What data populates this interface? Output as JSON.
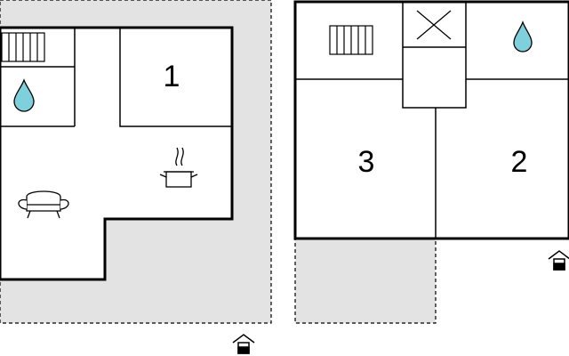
{
  "colors": {
    "wall": "#000000",
    "floor": "#ffffff",
    "outdoor_area": "#e3e3e3",
    "water_drop": "#7fd0dd",
    "icon_stroke": "#000000"
  },
  "rooms": {
    "room_1": "1",
    "room_2": "2",
    "room_3": "3"
  },
  "icons": {
    "heater": "heater-icon",
    "water": "water-drop-icon",
    "sofa": "sofa-icon",
    "kitchen": "cooking-pot-icon",
    "chimney": "chimney-cross-icon",
    "entrance": "entrance-house-icon"
  }
}
